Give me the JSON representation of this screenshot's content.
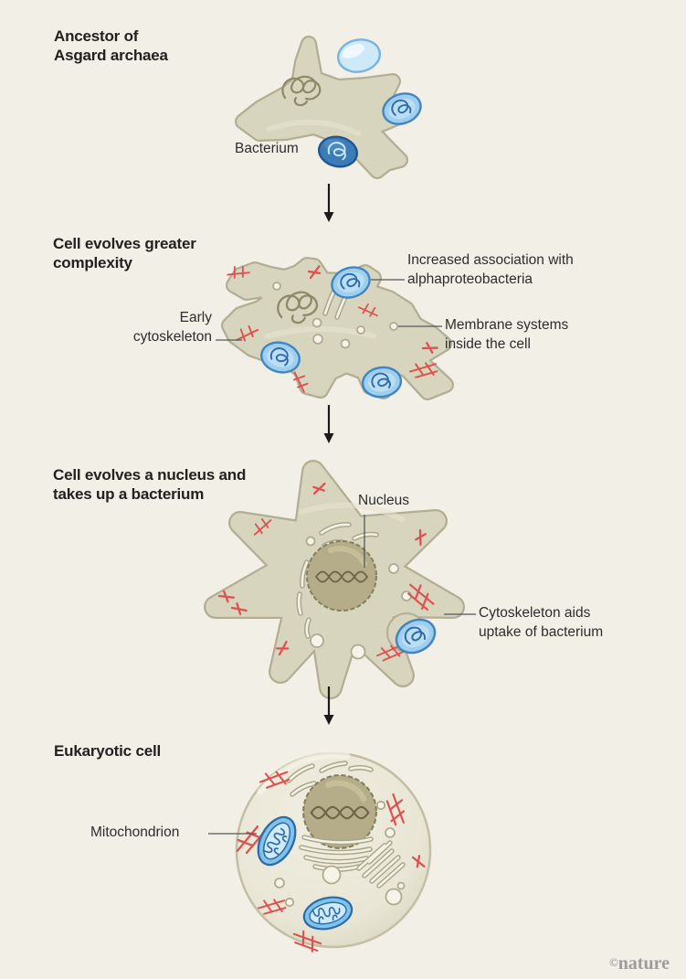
{
  "page": {
    "background_color": "#f2efe6",
    "credit_symbol": "©",
    "credit_name": "nature"
  },
  "palette": {
    "cell_body": "#d8d5bf",
    "cell_outline": "#b1ae93",
    "eukaryote_body": "#eae7d8",
    "nucleus": "#b5ad89",
    "bacterium_dark": "#3b7cb6",
    "bacterium_medium": "#9fcfee",
    "bacterium_light": "#cde9fa",
    "mitochondrion_blue": "#7fc2ec",
    "cytoskeleton_red": "#dd5250",
    "heading_text": "#232120",
    "label_text": "#2d2d2d"
  },
  "stages": [
    {
      "title_lines": [
        "Ancestor of",
        "Asgard archaea"
      ],
      "labels": {
        "bacterium": "Bacterium"
      }
    },
    {
      "title_lines": [
        "Cell evolves greater",
        "complexity"
      ],
      "labels": {
        "increased_line1": "Increased association with",
        "increased_line2": "alphaproteobacteria",
        "early_line1": "Early",
        "early_line2": "cytoskeleton",
        "membrane_line1": "Membrane systems",
        "membrane_line2": "inside the cell"
      }
    },
    {
      "title_lines": [
        "Cell evolves a nucleus and",
        "takes up a bacterium"
      ],
      "labels": {
        "nucleus": "Nucleus",
        "uptake_line1": "Cytoskeleton aids",
        "uptake_line2": "uptake of bacterium"
      }
    },
    {
      "title_lines": [
        "Eukaryotic cell"
      ],
      "labels": {
        "mitochondrion": "Mitochondrion"
      }
    }
  ]
}
